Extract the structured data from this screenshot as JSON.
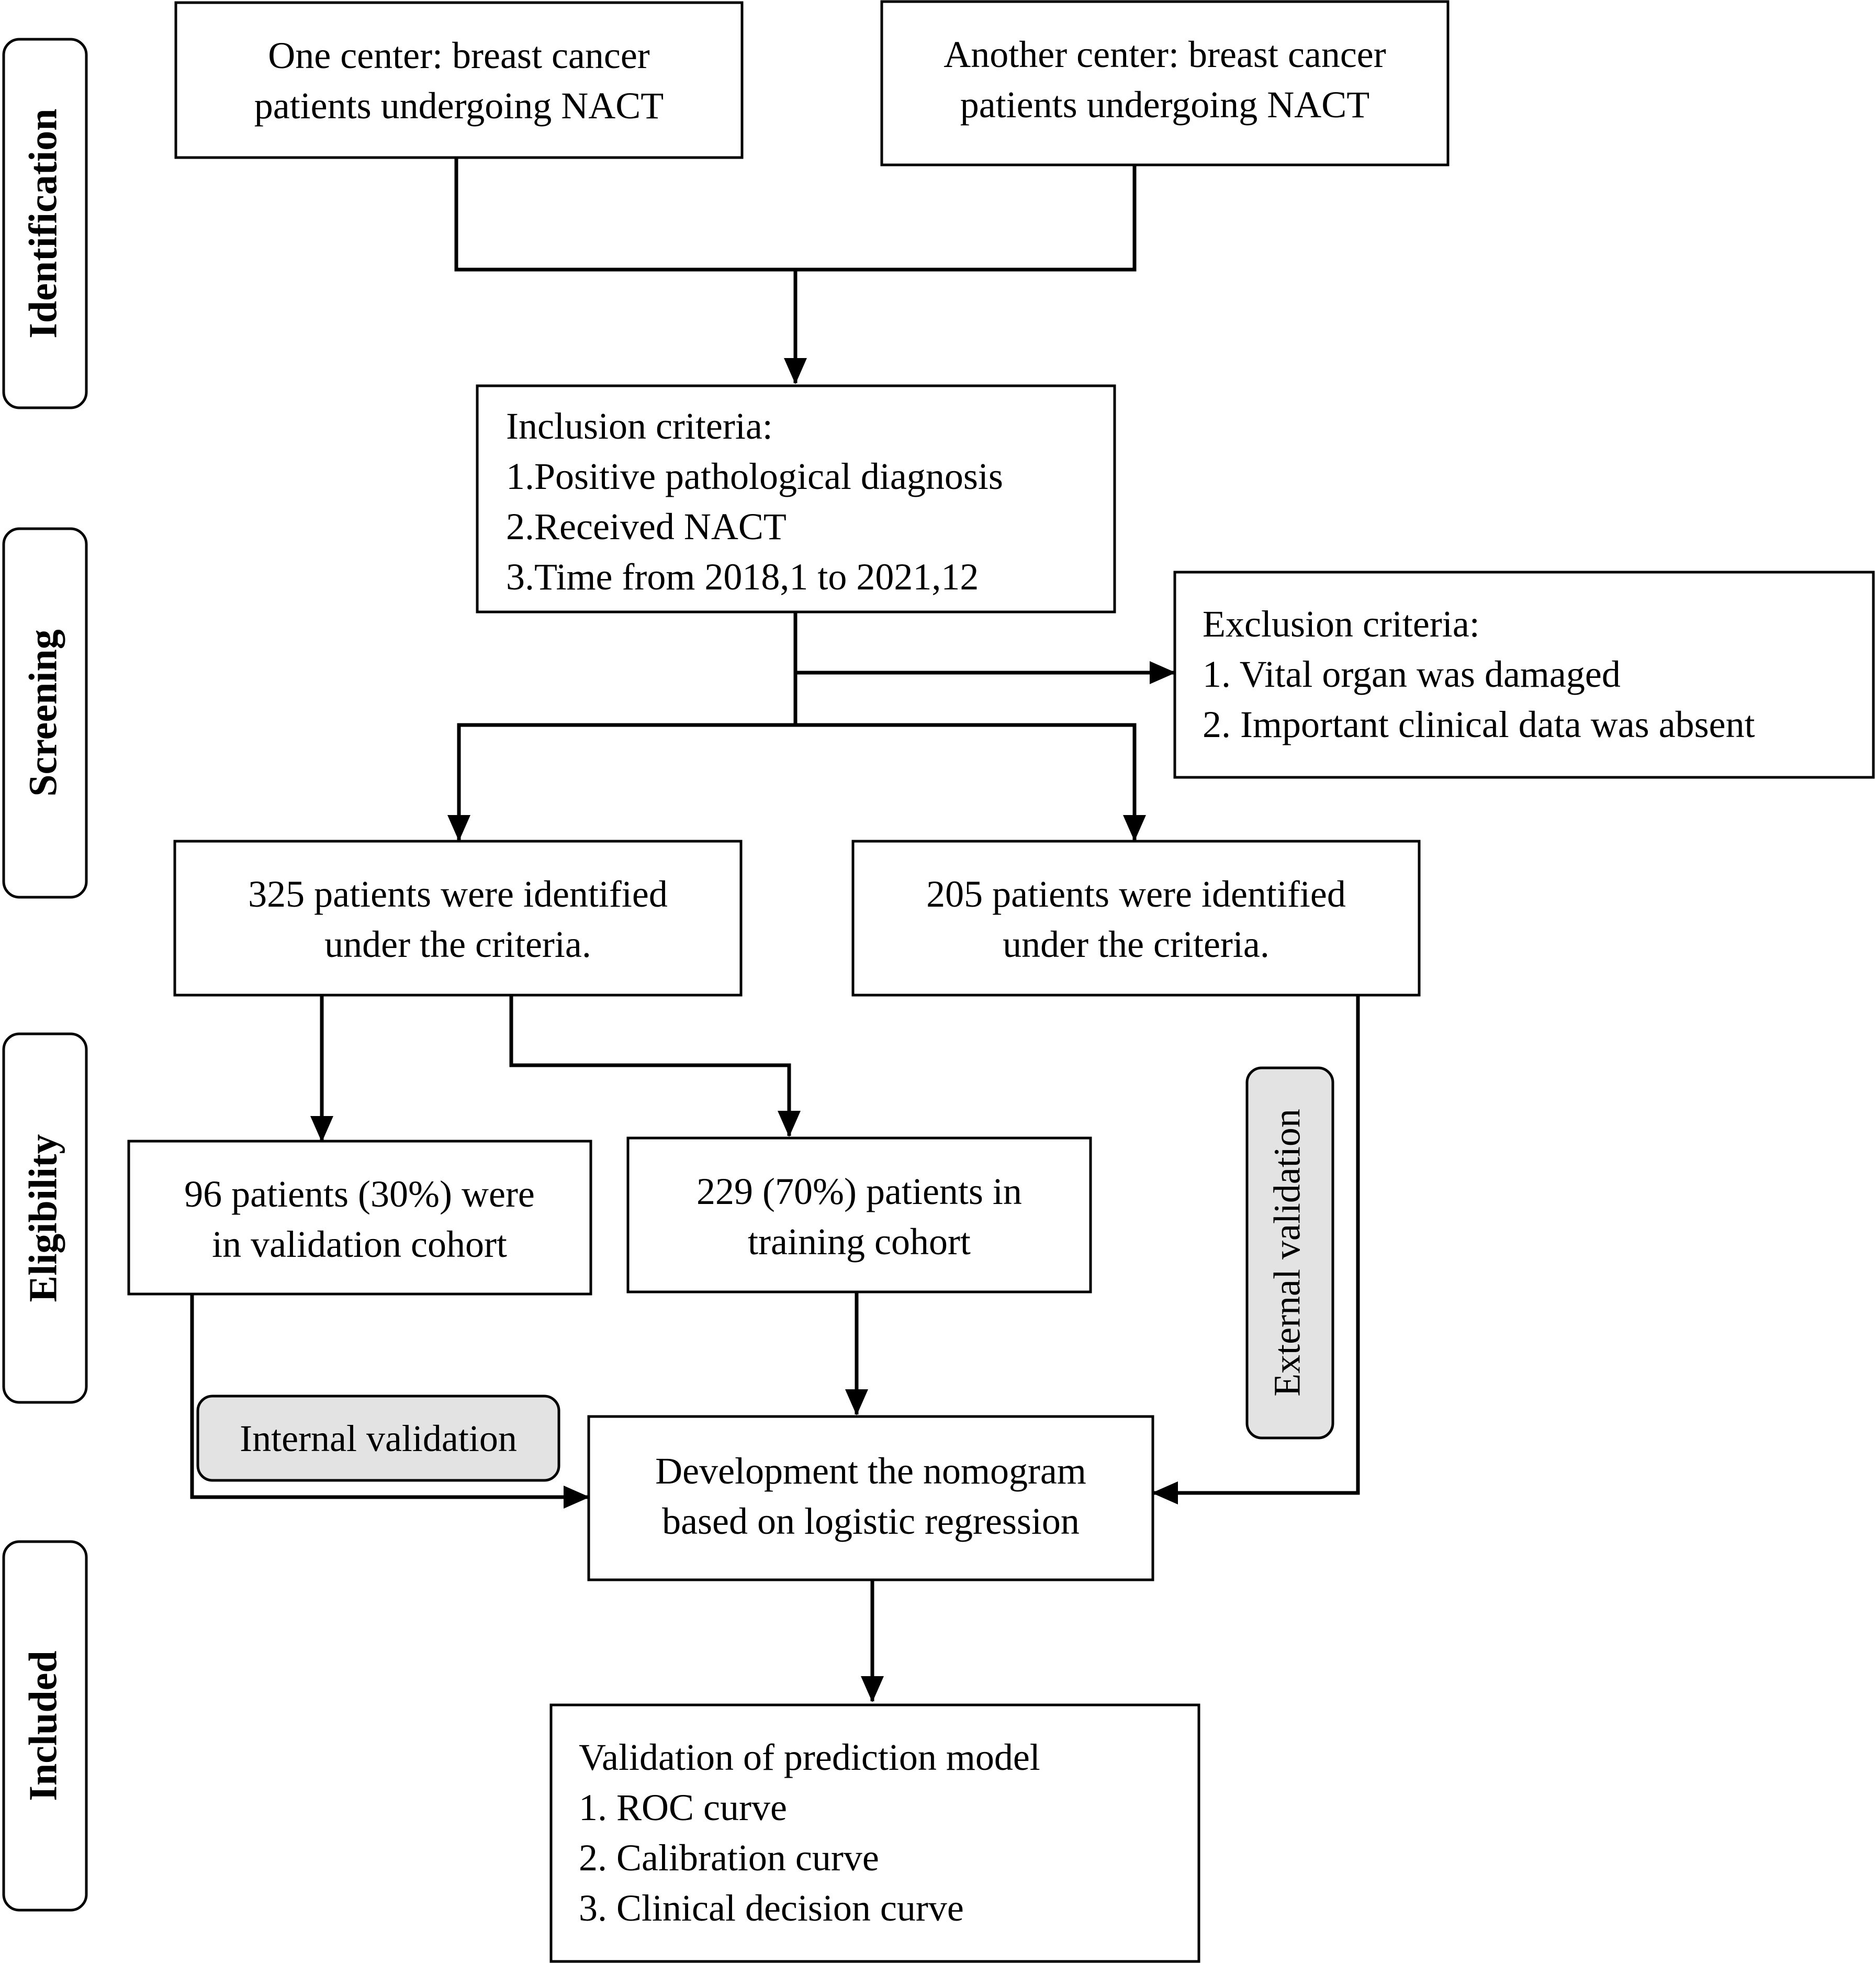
{
  "stages": {
    "identification": "Identification",
    "screening": "Screening",
    "eligibility": "Eligibility",
    "included": "Included"
  },
  "boxes": {
    "center_one": [
      "One center: breast cancer",
      "patients undergoing NACT"
    ],
    "center_two": [
      "Another center: breast cancer",
      "patients undergoing NACT"
    ],
    "inclusion": [
      "Inclusion criteria:",
      "1.Positive pathological diagnosis",
      "2.Received NACT",
      "3.Time from 2018,1 to 2021,12"
    ],
    "exclusion": [
      "Exclusion criteria:",
      "1. Vital organ was damaged",
      "2. Important clinical data was absent"
    ],
    "identified_325": [
      "325 patients were identified",
      "under the criteria."
    ],
    "identified_205": [
      "205 patients were identified",
      "under the criteria."
    ],
    "validation_cohort": [
      "96 patients (30%) were",
      "in validation cohort"
    ],
    "training_cohort": [
      "229 (70%) patients in",
      "training cohort"
    ],
    "nomogram": [
      "Development the nomogram",
      "based on logistic regression"
    ],
    "model_validation": [
      "Validation of prediction model",
      "1. ROC curve",
      "2. Calibration curve",
      "3. Clinical decision curve"
    ]
  },
  "tags": {
    "internal": "Internal validation",
    "external": "External validation"
  }
}
